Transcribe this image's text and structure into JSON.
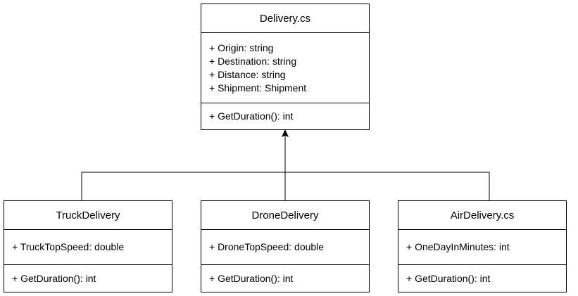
{
  "classes": {
    "delivery": {
      "name": "Delivery.cs",
      "attributes": [
        "+ Origin: string",
        "+ Destination: string",
        "+ Distance: string",
        "+ Shipment: Shipment"
      ],
      "operations": [
        "+ GetDuration(): int"
      ]
    },
    "truck": {
      "name": "TruckDelivery",
      "attributes": [
        "+ TruckTopSpeed: double"
      ],
      "operations": [
        "+ GetDuration(): int"
      ]
    },
    "drone": {
      "name": "DroneDelivery",
      "attributes": [
        "+ DroneTopSpeed: double"
      ],
      "operations": [
        "+ GetDuration(): int"
      ]
    },
    "air": {
      "name": "AirDelivery.cs",
      "attributes": [
        "+ OneDayInMinutes: int"
      ],
      "operations": [
        "+ GetDuration(): int"
      ]
    }
  },
  "colors": {
    "stroke": "#000000",
    "background": "#ffffff"
  }
}
